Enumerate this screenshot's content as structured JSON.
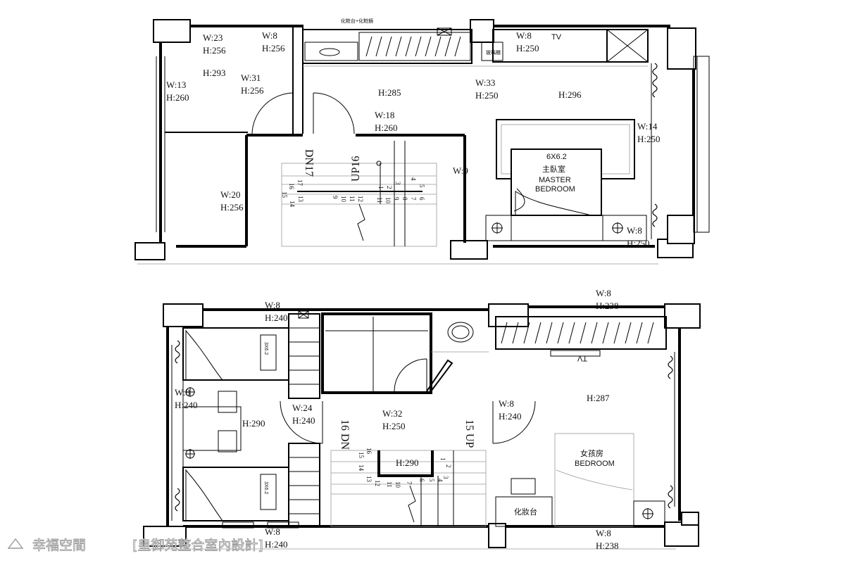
{
  "top_floor": {
    "labels": [
      {
        "id": "t1a",
        "text": "W:23"
      },
      {
        "id": "t1b",
        "text": "H:256"
      },
      {
        "id": "t2a",
        "text": "W:8"
      },
      {
        "id": "t2b",
        "text": "H:256"
      },
      {
        "id": "t3",
        "text": "H:293"
      },
      {
        "id": "t4a",
        "text": "W:31"
      },
      {
        "id": "t4b",
        "text": "H:256"
      },
      {
        "id": "t5a",
        "text": "W:13"
      },
      {
        "id": "t5b",
        "text": "H:260"
      },
      {
        "id": "t6",
        "text": "H:285"
      },
      {
        "id": "t7a",
        "text": "W:18"
      },
      {
        "id": "t7b",
        "text": "H:260"
      },
      {
        "id": "t8a",
        "text": "W:33"
      },
      {
        "id": "t8b",
        "text": "H:250"
      },
      {
        "id": "t9",
        "text": "H:296"
      },
      {
        "id": "t10a",
        "text": "W:8"
      },
      {
        "id": "t10b",
        "text": "H:250"
      },
      {
        "id": "t11a",
        "text": "W:14"
      },
      {
        "id": "t11b",
        "text": "H:250"
      },
      {
        "id": "t12",
        "text": "W:9"
      },
      {
        "id": "t13a",
        "text": "W:20"
      },
      {
        "id": "t13b",
        "text": "H:256"
      },
      {
        "id": "t14a",
        "text": "W:8"
      },
      {
        "id": "t14b",
        "text": "H:250"
      }
    ],
    "vanity_note": "化粧台+化粧鏡",
    "tv_label": "TV",
    "cabinet_label": "玻璃櫃",
    "stair_down": "DN17",
    "stair_up": "UP16",
    "room_label_zh": "主臥室",
    "room_label_en1": "MASTER",
    "room_label_en2": "BEDROOM",
    "bed_size": "6X6.2",
    "steps_left": [
      "17",
      "16",
      "15",
      "14",
      "13",
      "12",
      "11",
      "10",
      "9"
    ],
    "steps_right": [
      "1",
      "2",
      "3",
      "4",
      "5",
      "6",
      "7",
      "8",
      "9",
      "10",
      "11"
    ]
  },
  "bottom_floor": {
    "labels": [
      {
        "id": "b1a",
        "text": "W:8"
      },
      {
        "id": "b1b",
        "text": "H:240"
      },
      {
        "id": "b2a",
        "text": "W:8"
      },
      {
        "id": "b2b",
        "text": "H:238"
      },
      {
        "id": "b3a",
        "text": "W:8"
      },
      {
        "id": "b3b",
        "text": "H:240"
      },
      {
        "id": "b4",
        "text": "H:290"
      },
      {
        "id": "b5a",
        "text": "W:24"
      },
      {
        "id": "b5b",
        "text": "H:240"
      },
      {
        "id": "b6a",
        "text": "W:32"
      },
      {
        "id": "b6b",
        "text": "H:250"
      },
      {
        "id": "b7a",
        "text": "W:8"
      },
      {
        "id": "b7b",
        "text": "H:240"
      },
      {
        "id": "b8",
        "text": "H:287"
      },
      {
        "id": "b9",
        "text": "H:290"
      },
      {
        "id": "b10a",
        "text": "W:8"
      },
      {
        "id": "b10b",
        "text": "H:240"
      },
      {
        "id": "b11a",
        "text": "W:8"
      },
      {
        "id": "b11b",
        "text": "H:238"
      }
    ],
    "stair_down": "16 DN",
    "stair_up": "15 UP",
    "room_label_zh": "女孩房",
    "room_label_en": "BEDROOM",
    "vanity_label": "化妝台",
    "tv_label": "TV",
    "bed_tag": "3X6.2",
    "steps_left": [
      "16",
      "15",
      "14",
      "13",
      "12"
    ],
    "steps_right": [
      "1",
      "2",
      "3",
      "4",
      "5",
      "6",
      "7",
      "10",
      "11"
    ]
  },
  "watermark": {
    "brand": "幸福空間",
    "designer": "[皇御苑整合室內設計]"
  }
}
